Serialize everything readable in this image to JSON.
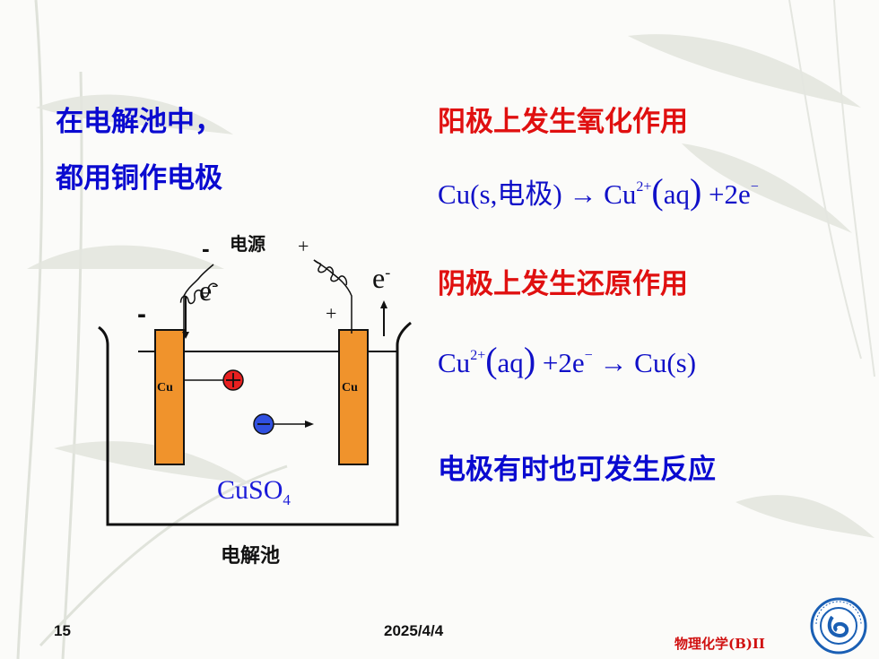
{
  "slide": {
    "left_heading_line1": "在电解池中，",
    "left_heading_line2": "都用铜作电极",
    "anode_title": "阳极上发生氧化作用",
    "anode_eq": {
      "left": "Cu(s,电极)",
      "arrow": "→",
      "ion": "Cu",
      "ion_charge": "2+",
      "aq": "aq",
      "plus": "+",
      "electrons": "2e",
      "electron_charge": "−"
    },
    "cathode_title": "阴极上发生还原作用",
    "cathode_eq": {
      "ion": "Cu",
      "ion_charge": "2+",
      "aq": "aq",
      "plus": "+",
      "electrons": "2e",
      "electron_charge": "−",
      "arrow": "→",
      "product": "Cu(s)"
    },
    "note": "电极有时也可发生反应"
  },
  "diagram": {
    "power_label": "电源",
    "power_neg": "-",
    "power_pos": "+",
    "left_electron": "e",
    "left_electron_sign": "-",
    "right_electron": "e",
    "right_electron_sign": "-",
    "left_electrode_sign": "-",
    "right_electrode_sign": "+",
    "left_electrode_label": "Cu",
    "right_electrode_label": "Cu",
    "electrolyte": "CuSO",
    "electrolyte_sub": "4",
    "cell_label": "电解池",
    "colors": {
      "electrode": "#f0932c",
      "cation": "#e82020",
      "anion": "#3050e0",
      "electrolyte_text": "#1a1ad8"
    }
  },
  "footer": {
    "page_number": "15",
    "date": "2025/4/4",
    "course": "物理化学(B)II"
  }
}
